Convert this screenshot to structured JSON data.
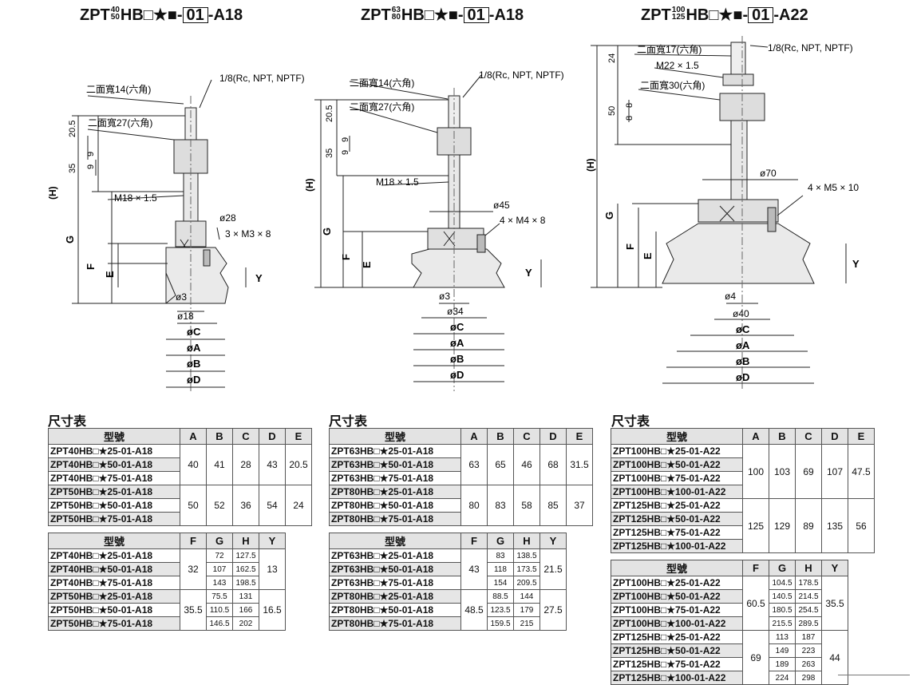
{
  "titles": [
    {
      "prefix": "ZPT",
      "frac_top": "40",
      "frac_bot": "50",
      "mid": "HB□★■-",
      "box": "01",
      "suffix": "-A18"
    },
    {
      "prefix": "ZPT",
      "frac_top": "63",
      "frac_bot": "80",
      "mid": "HB□★■-",
      "box": "01",
      "suffix": "-A18"
    },
    {
      "prefix": "ZPT",
      "frac_top": "100",
      "frac_bot": "125",
      "mid": "HB□★■-",
      "box": "01",
      "suffix": "-A22"
    }
  ],
  "drawing_labels": {
    "d1": {
      "hex14": "二面寬14(六角)",
      "port": "1/8(Rc, NPT, NPTF)",
      "hex27": "二面寬27(六角)",
      "dim205": "20.5",
      "dim35": "35",
      "dim9a": "9",
      "dim9b": "9",
      "thread": "M18 × 1.5",
      "H": "(H)",
      "G": "G",
      "F": "F",
      "E": "E",
      "Y": "Y",
      "phi28": "ø28",
      "screw": "3 × M3 × 8",
      "phi3": "ø3",
      "phi18": "ø18",
      "phiC": "øC",
      "phiA": "øA",
      "phiB": "øB",
      "phiD": "øD"
    },
    "d2": {
      "hex14": "二面寬14(六角)",
      "port": "1/8(Rc, NPT, NPTF)",
      "hex27": "二面寬27(六角)",
      "dim205": "20.5",
      "dim35": "35",
      "dim9a": "9",
      "dim9b": "9",
      "thread": "M18 × 1.5",
      "H": "(H)",
      "G": "G",
      "F": "F",
      "E": "E",
      "Y": "Y",
      "phi45": "ø45",
      "screw": "4 × M4 × 8",
      "phi3": "ø3",
      "phi34": "ø34",
      "phiC": "øC",
      "phiA": "øA",
      "phiB": "øB",
      "phiD": "øD"
    },
    "d3": {
      "hex17": "二面寬17(六角)",
      "port": "1/8(Rc, NPT, NPTF)",
      "thread": "M22 × 1.5",
      "hex30": "二面寬30(六角)",
      "dim24": "24",
      "dim50": "50",
      "dim8a": "8",
      "dim8b": "8",
      "H": "(H)",
      "G": "G",
      "F": "F",
      "E": "E",
      "Y": "Y",
      "phi70": "ø70",
      "screw": "4 × M5 × 10",
      "phi4": "ø4",
      "phi40": "ø40",
      "phiC": "øC",
      "phiA": "øA",
      "phiB": "øB",
      "phiD": "øD"
    }
  },
  "section_title": "尺寸表",
  "tables": {
    "t1a": {
      "headers": [
        "型號",
        "A",
        "B",
        "C",
        "D",
        "E"
      ],
      "models": [
        "ZPT40HB□★25-01-A18",
        "ZPT40HB□★50-01-A18",
        "ZPT40HB□★75-01-A18",
        "ZPT50HB□★25-01-A18",
        "ZPT50HB□★50-01-A18",
        "ZPT50HB□★75-01-A18"
      ],
      "groups": [
        [
          "40",
          "41",
          "28",
          "43",
          "20.5"
        ],
        [
          "50",
          "52",
          "36",
          "54",
          "24"
        ]
      ]
    },
    "t1b": {
      "headers": [
        "型號",
        "F",
        "G",
        "H",
        "Y"
      ],
      "models": [
        "ZPT40HB□★25-01-A18",
        "ZPT40HB□★50-01-A18",
        "ZPT40HB□★75-01-A18",
        "ZPT50HB□★25-01-A18",
        "ZPT50HB□★50-01-A18",
        "ZPT50HB□★75-01-A18"
      ],
      "F": [
        "32",
        "35.5"
      ],
      "Y": [
        "13",
        "16.5"
      ],
      "G": [
        "72",
        "107",
        "143",
        "75.5",
        "110.5",
        "146.5"
      ],
      "H": [
        "127.5",
        "162.5",
        "198.5",
        "131",
        "166",
        "202"
      ]
    },
    "t2a": {
      "headers": [
        "型號",
        "A",
        "B",
        "C",
        "D",
        "E"
      ],
      "models": [
        "ZPT63HB□★25-01-A18",
        "ZPT63HB□★50-01-A18",
        "ZPT63HB□★75-01-A18",
        "ZPT80HB□★25-01-A18",
        "ZPT80HB□★50-01-A18",
        "ZPT80HB□★75-01-A18"
      ],
      "groups": [
        [
          "63",
          "65",
          "46",
          "68",
          "31.5"
        ],
        [
          "80",
          "83",
          "58",
          "85",
          "37"
        ]
      ]
    },
    "t2b": {
      "headers": [
        "型號",
        "F",
        "G",
        "H",
        "Y"
      ],
      "models": [
        "ZPT63HB□★25-01-A18",
        "ZPT63HB□★50-01-A18",
        "ZPT63HB□★75-01-A18",
        "ZPT80HB□★25-01-A18",
        "ZPT80HB□★50-01-A18",
        "ZPT80HB□★75-01-A18"
      ],
      "F": [
        "43",
        "48.5"
      ],
      "Y": [
        "21.5",
        "27.5"
      ],
      "G": [
        "83",
        "118",
        "154",
        "88.5",
        "123.5",
        "159.5"
      ],
      "H": [
        "138.5",
        "173.5",
        "209.5",
        "144",
        "179",
        "215"
      ]
    },
    "t3a": {
      "headers": [
        "型號",
        "A",
        "B",
        "C",
        "D",
        "E"
      ],
      "models": [
        "ZPT100HB□★25-01-A22",
        "ZPT100HB□★50-01-A22",
        "ZPT100HB□★75-01-A22",
        "ZPT100HB□★100-01-A22",
        "ZPT125HB□★25-01-A22",
        "ZPT125HB□★50-01-A22",
        "ZPT125HB□★75-01-A22",
        "ZPT125HB□★100-01-A22"
      ],
      "groups": [
        [
          "100",
          "103",
          "69",
          "107",
          "47.5"
        ],
        [
          "125",
          "129",
          "89",
          "135",
          "56"
        ]
      ]
    },
    "t3b": {
      "headers": [
        "型號",
        "F",
        "G",
        "H",
        "Y"
      ],
      "models": [
        "ZPT100HB□★25-01-A22",
        "ZPT100HB□★50-01-A22",
        "ZPT100HB□★75-01-A22",
        "ZPT100HB□★100-01-A22",
        "ZPT125HB□★25-01-A22",
        "ZPT125HB□★50-01-A22",
        "ZPT125HB□★75-01-A22",
        "ZPT125HB□★100-01-A22"
      ],
      "F": [
        "60.5",
        "69"
      ],
      "Y": [
        "35.5",
        "44"
      ],
      "G": [
        "104.5",
        "140.5",
        "180.5",
        "215.5",
        "113",
        "149",
        "189",
        "224"
      ],
      "H": [
        "178.5",
        "214.5",
        "254.5",
        "289.5",
        "187",
        "223",
        "263",
        "298"
      ]
    }
  }
}
